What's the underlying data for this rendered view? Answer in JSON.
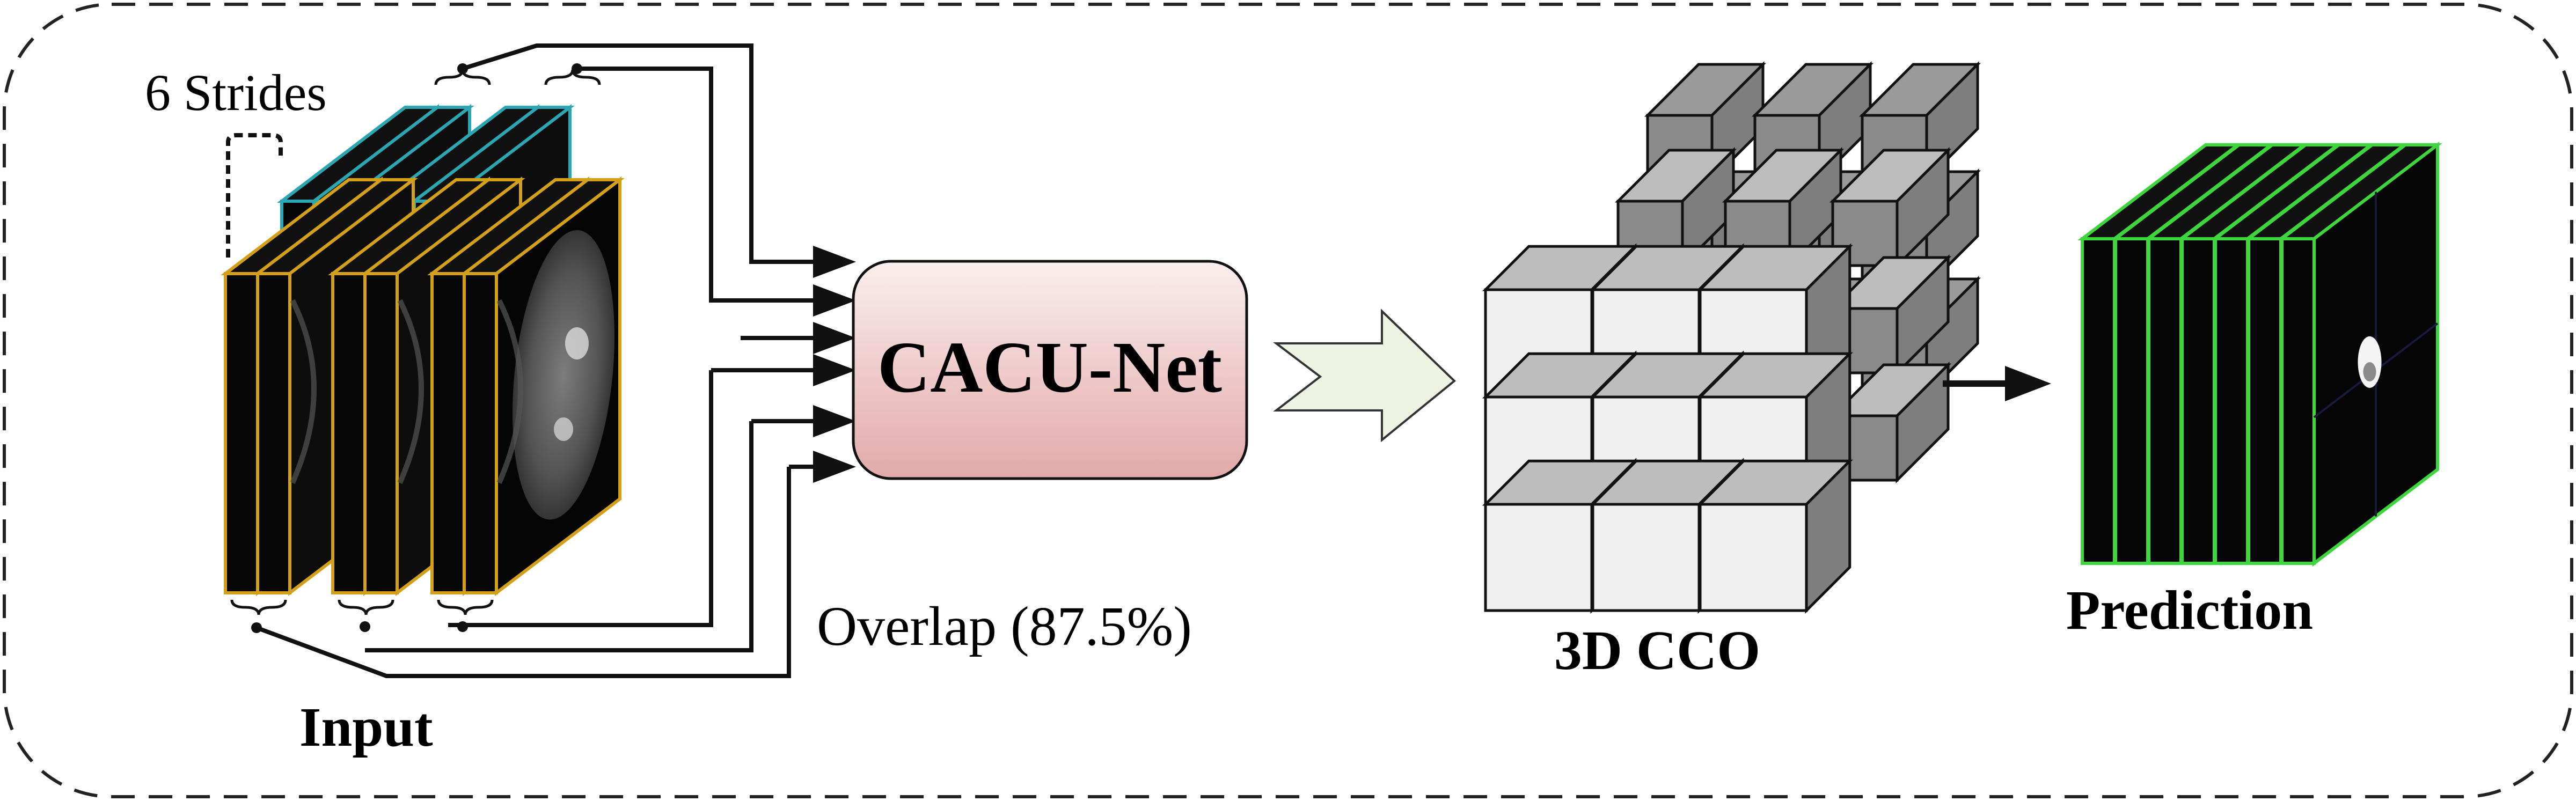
{
  "labels": {
    "strides": "6 Strides",
    "network": "CACU-Net",
    "overlap": "Overlap (87.5%)",
    "input": "Input",
    "cco": "3D CCO",
    "prediction": "Prediction"
  },
  "colors": {
    "slice_orange": "#d4a017",
    "slice_teal": "#2aa7b3",
    "slice_green": "#3dd63d",
    "network_fill_top": "#fbeeee",
    "network_fill_bottom": "#e3a9a9",
    "cube_top": "#bdbdbd",
    "cube_side": "#7e7e7e",
    "cube_front": "#f0f0f0",
    "cube_highlight": "#56e21e",
    "ct_background": "#000000"
  },
  "icons": {
    "big_arrow": "outline-chevron-arrow",
    "small_arrow": "black-right-arrow"
  }
}
